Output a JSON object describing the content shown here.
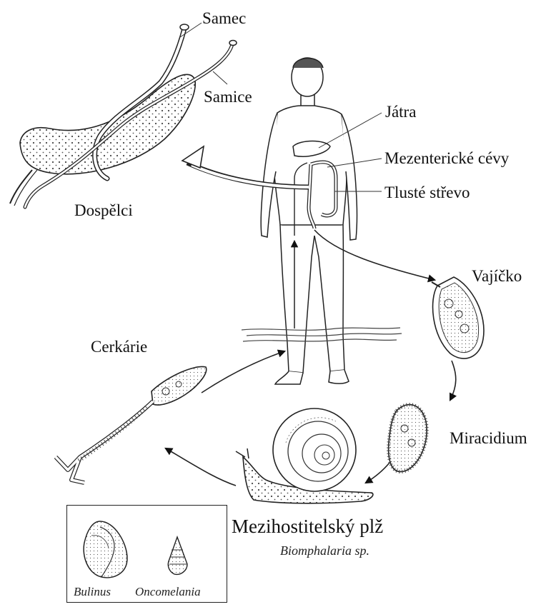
{
  "labels": {
    "samec": "Samec",
    "samice": "Samice",
    "dospelci": "Dospělci",
    "jatra": "Játra",
    "mezentericke_cevy": "Mezenterické cévy",
    "tluste_strevo": "Tlusté střevo",
    "vajicko": "Vajíčko",
    "cerkarie": "Cerkárie",
    "miracidium": "Miracidium",
    "mezihostitelsky_plz": "Mezihostitelský plž",
    "biomphalaria": "Biomphalaria sp."
  },
  "legend": {
    "items": [
      "Bulinus",
      "Oncomelania"
    ]
  }
}
